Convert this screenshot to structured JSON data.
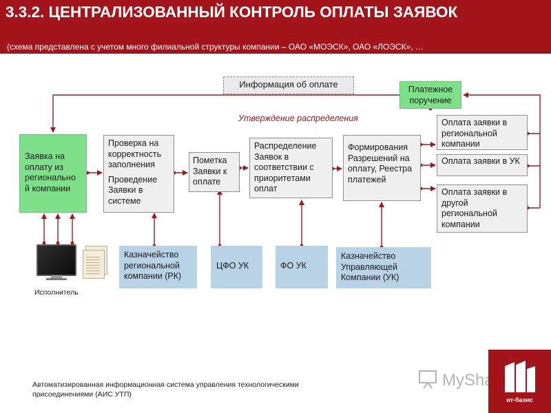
{
  "header": {
    "title": "3.3.2. ЦЕНТРАЛИЗОВАННЫЙ КОНТРОЛЬ ОПЛАТЫ ЗАЯВОК",
    "subtitle": "(схема представлена с учетом много филиальной структуры компании – ОАО «МОЭСК», ОАО «ЛОЭСК», …"
  },
  "diagram": {
    "payment_info": "Информация об оплате",
    "payment_order": "Платежное поручение",
    "approval_label": "Утверждение распределения",
    "request_box": "Заявка на оплату из регионально й компании",
    "check_correctness": "Проверка на корректность заполнения",
    "hold_request": "Проведение Заявки в системе",
    "mark_for_payment": "Пометка Заявки к оплате",
    "distribution": "Распределение Заявок в соответствии с приоритетами оплат",
    "forming": "Формирования Разрешений на оплату, Реестра платежей",
    "pay_regional": "Оплата заявки в региональной компании",
    "pay_uk": "Оплата заявки в УК",
    "pay_other": "Оплата заявки в другой региональной компании",
    "treasury_rk": "Казначейство региональной компании (РК)",
    "cfo_uk": "ЦФО УК",
    "fo_uk": "ФО УК",
    "treasury_uk": "Казначейство Управляющей Компании (УК)",
    "executor": "Исполнитель",
    "monitor_icon": "monitor-icon",
    "documents_icon": "documents-icon"
  },
  "footer": {
    "text": "Автоматизированная информационная система управления технологическими присоединениями (АИС УТП)"
  },
  "brand": {
    "logo_text": "ит-базис",
    "watermark": "MyShared",
    "accent_color": "#a3151b",
    "green_color": "#7fe08a",
    "blue_color": "#b8d2e6"
  }
}
